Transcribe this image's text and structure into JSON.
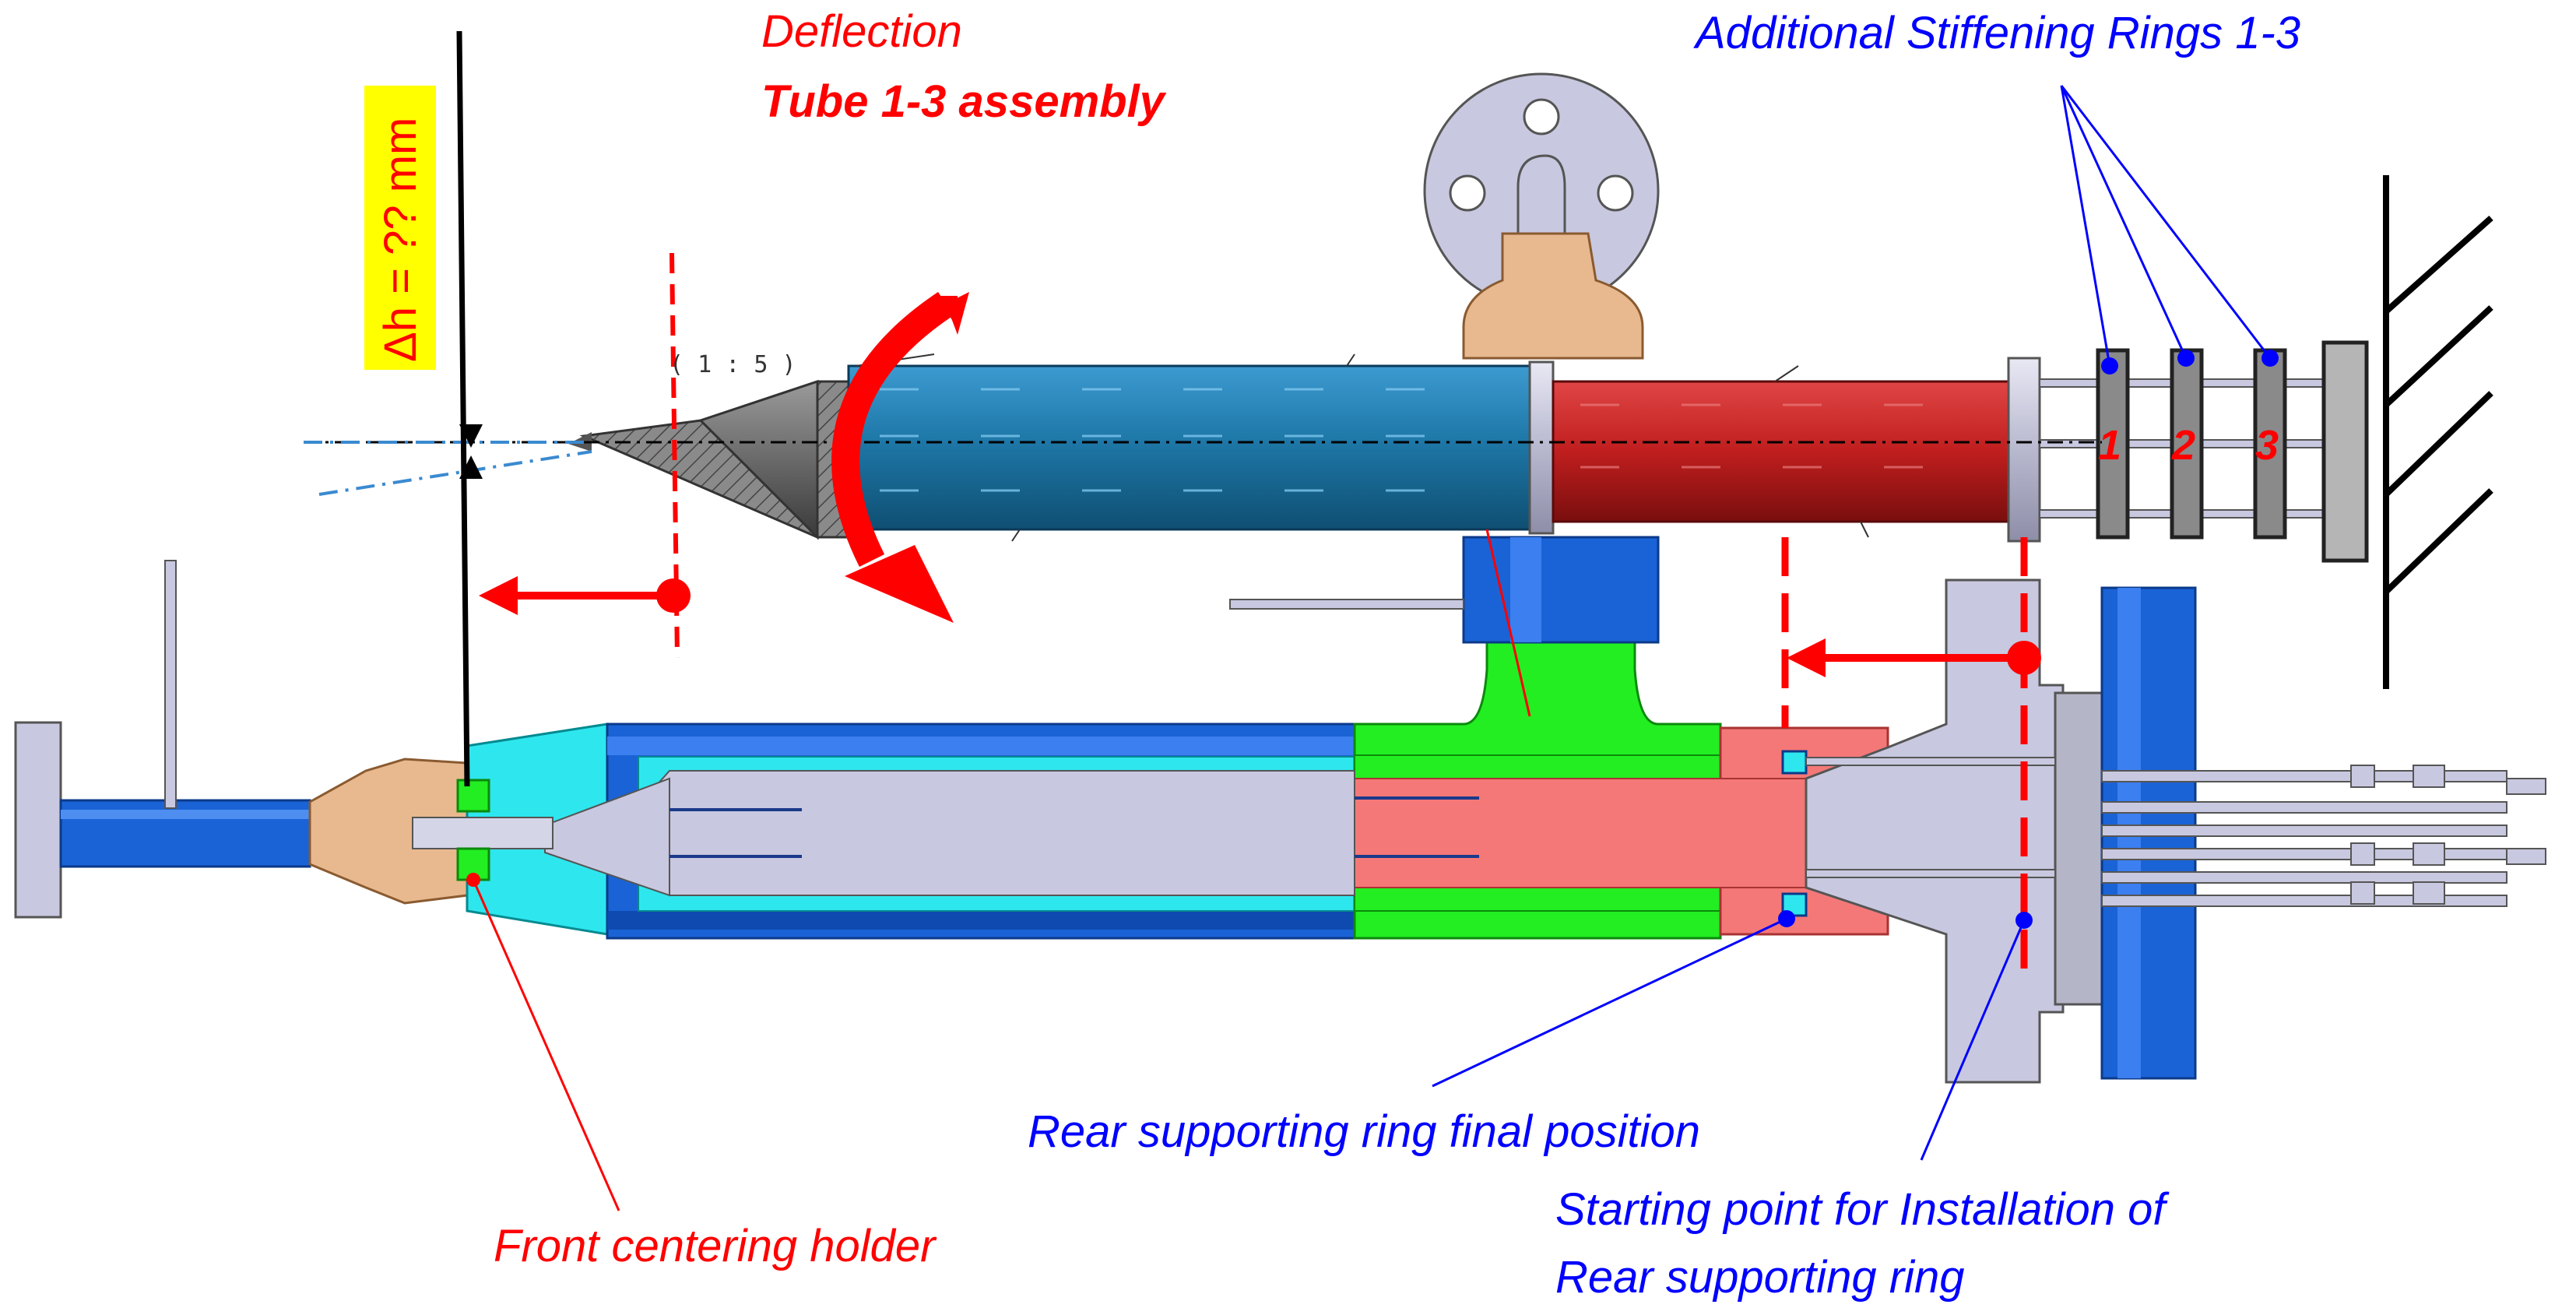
{
  "labels": {
    "deflection": "Deflection",
    "tube_assembly": "Tube 1-3 assembly",
    "stiffening_rings": "Additional Stiffening Rings 1-3",
    "rear_ring_final": "Rear supporting ring final position",
    "starting_point_line1": "Starting point for Installation of",
    "starting_point_line2": "Rear supporting ring",
    "front_centering": "Front centering holder",
    "delta_h": "Δh = ?? mm",
    "scale": "( 1 : 5 )"
  },
  "ring_numbers": [
    "1",
    "2",
    "3"
  ],
  "colors": {
    "annotation_red": "#ff0000",
    "annotation_blue": "#0000ff",
    "tube_blue": "#1e78a8",
    "tube_red": "#c42020",
    "housing_blue": "#1a63d6",
    "housing_cyan": "#2ee6ee",
    "housing_green": "#22ee22",
    "housing_salmon": "#f47878",
    "metal_grey": "#c8c8e0",
    "tan": "#e8b98e",
    "highlight_yellow": "#ffff00"
  }
}
